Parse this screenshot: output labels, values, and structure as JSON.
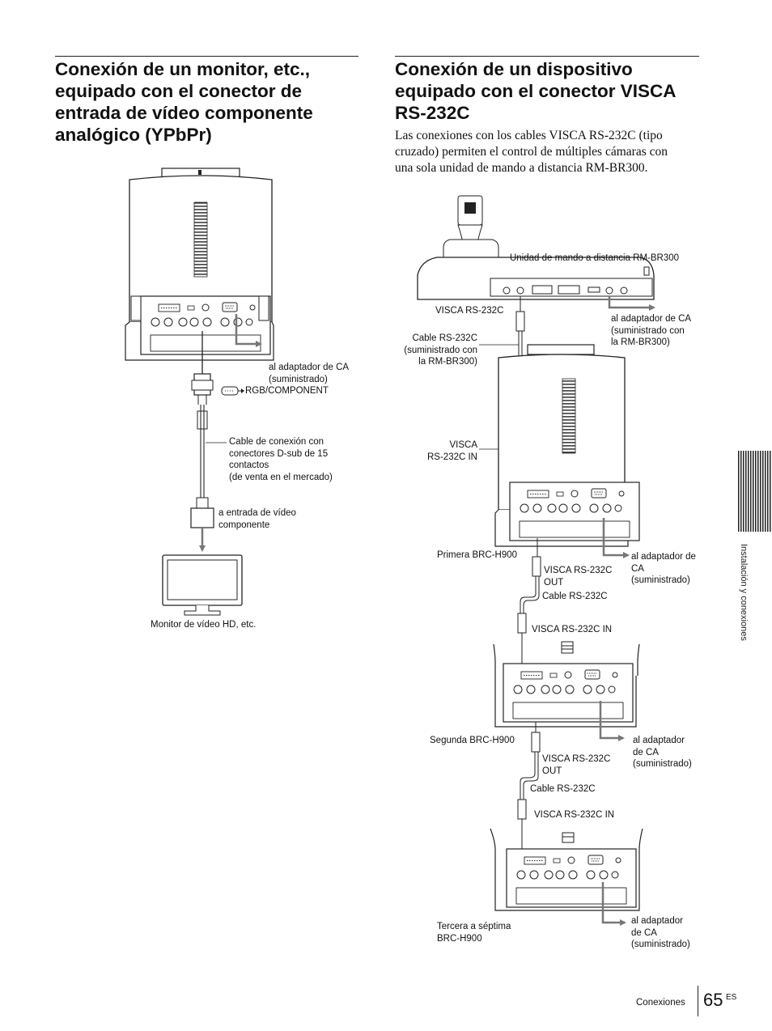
{
  "left_section": {
    "heading_lines": [
      "Conexión de un monitor, etc.,",
      "equipado con el conector de",
      "entrada de vídeo componente",
      "analógico (YPbPr)"
    ],
    "labels": {
      "ac_adapter": [
        "al adaptador de CA",
        "(suministrado)"
      ],
      "rgb_component": "RGB/COMPONENT",
      "cable": [
        "Cable de conexión con",
        "conectores D-sub de 15",
        "contactos",
        "(de venta en el mercado)"
      ],
      "video_input": [
        "a entrada de vídeo",
        "componente"
      ],
      "monitor": "Monitor de vídeo HD, etc."
    }
  },
  "right_section": {
    "heading_lines": [
      "Conexión de un dispositivo",
      "equipado con el conector VISCA",
      "RS-232C"
    ],
    "intro_lines": [
      "Las conexiones con los cables VISCA RS-232C (tipo",
      "cruzado) permiten el control de múltiples cámaras con",
      "una sola unidad de mando a distancia RM-BR300."
    ],
    "labels": {
      "remote_unit": "Unidad de mando a distancia RM-BR300",
      "visca_rs232c": "VISCA RS-232C",
      "remote_ac": [
        "al adaptador de CA",
        "(suministrado con",
        "la RM-BR300)"
      ],
      "cable_rs232c_supplied": [
        "Cable RS-232C",
        "(suministrado con",
        "la RM-BR300)"
      ],
      "visca_in_1": [
        "VISCA",
        "RS-232C IN"
      ],
      "first_camera": "Primera BRC-H900",
      "ac_1": [
        "al adaptador de",
        "CA",
        "(suministrado)"
      ],
      "visca_out_1": [
        "VISCA RS-232C",
        "OUT"
      ],
      "cable_1": "Cable RS-232C",
      "visca_in_2": "VISCA RS-232C IN",
      "second_camera": "Segunda BRC-H900",
      "ac_2": [
        "al adaptador",
        "de CA",
        "(suministrado)"
      ],
      "visca_out_2": [
        "VISCA RS-232C",
        "OUT"
      ],
      "cable_2": "Cable RS-232C",
      "visca_in_3": "VISCA RS-232C IN",
      "third_camera": [
        "Tercera a séptima",
        "BRC-H900"
      ],
      "ac_3": [
        "al adaptador",
        "de CA",
        "(suministrado)"
      ]
    }
  },
  "sidebar": {
    "section_label": "Instalación y conexiones"
  },
  "footer": {
    "section": "Conexiones",
    "page_number": "65",
    "lang": "ES"
  }
}
